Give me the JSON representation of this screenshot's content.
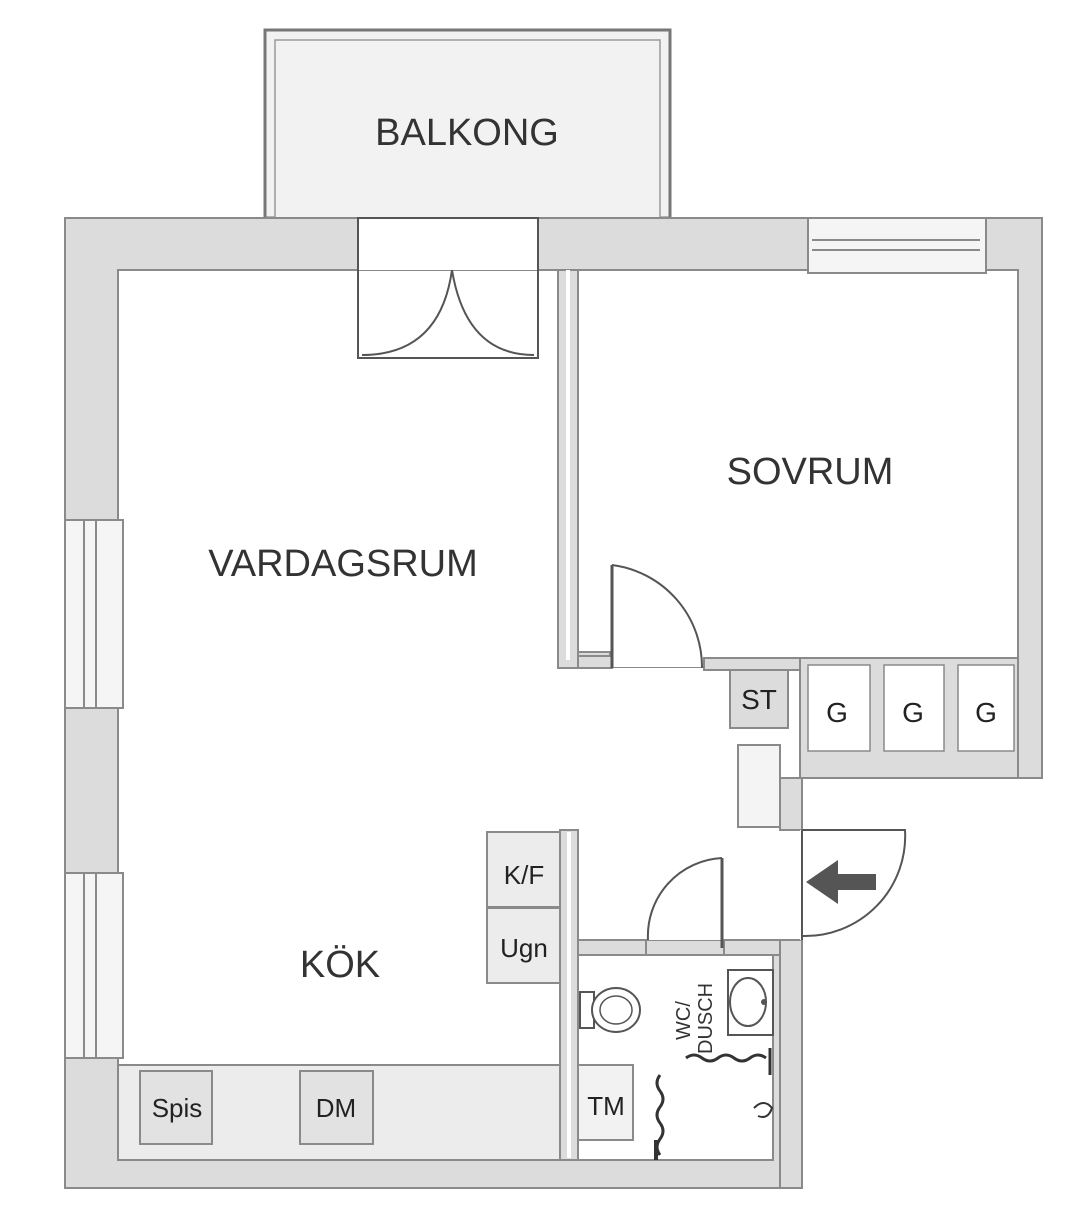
{
  "rooms": {
    "balcony": "BALKONG",
    "living_room": "VARDAGSRUM",
    "bedroom": "SOVRUM",
    "kitchen": "KÖK",
    "bathroom_line1": "WC/",
    "bathroom_line2": "DUSCH"
  },
  "fixtures": {
    "storage": "ST",
    "wardrobe_1": "G",
    "wardrobe_2": "G",
    "wardrobe_3": "G",
    "fridge_freezer": "K/F",
    "oven": "Ugn",
    "stove": "Spis",
    "dishwasher": "DM",
    "washing_machine": "TM"
  },
  "colors": {
    "wall": "#dcdcdc",
    "wall_outline": "#8a8a8a",
    "line": "#555555",
    "floor": "#ffffff",
    "counter": "#ececec",
    "arrow": "#555555"
  }
}
